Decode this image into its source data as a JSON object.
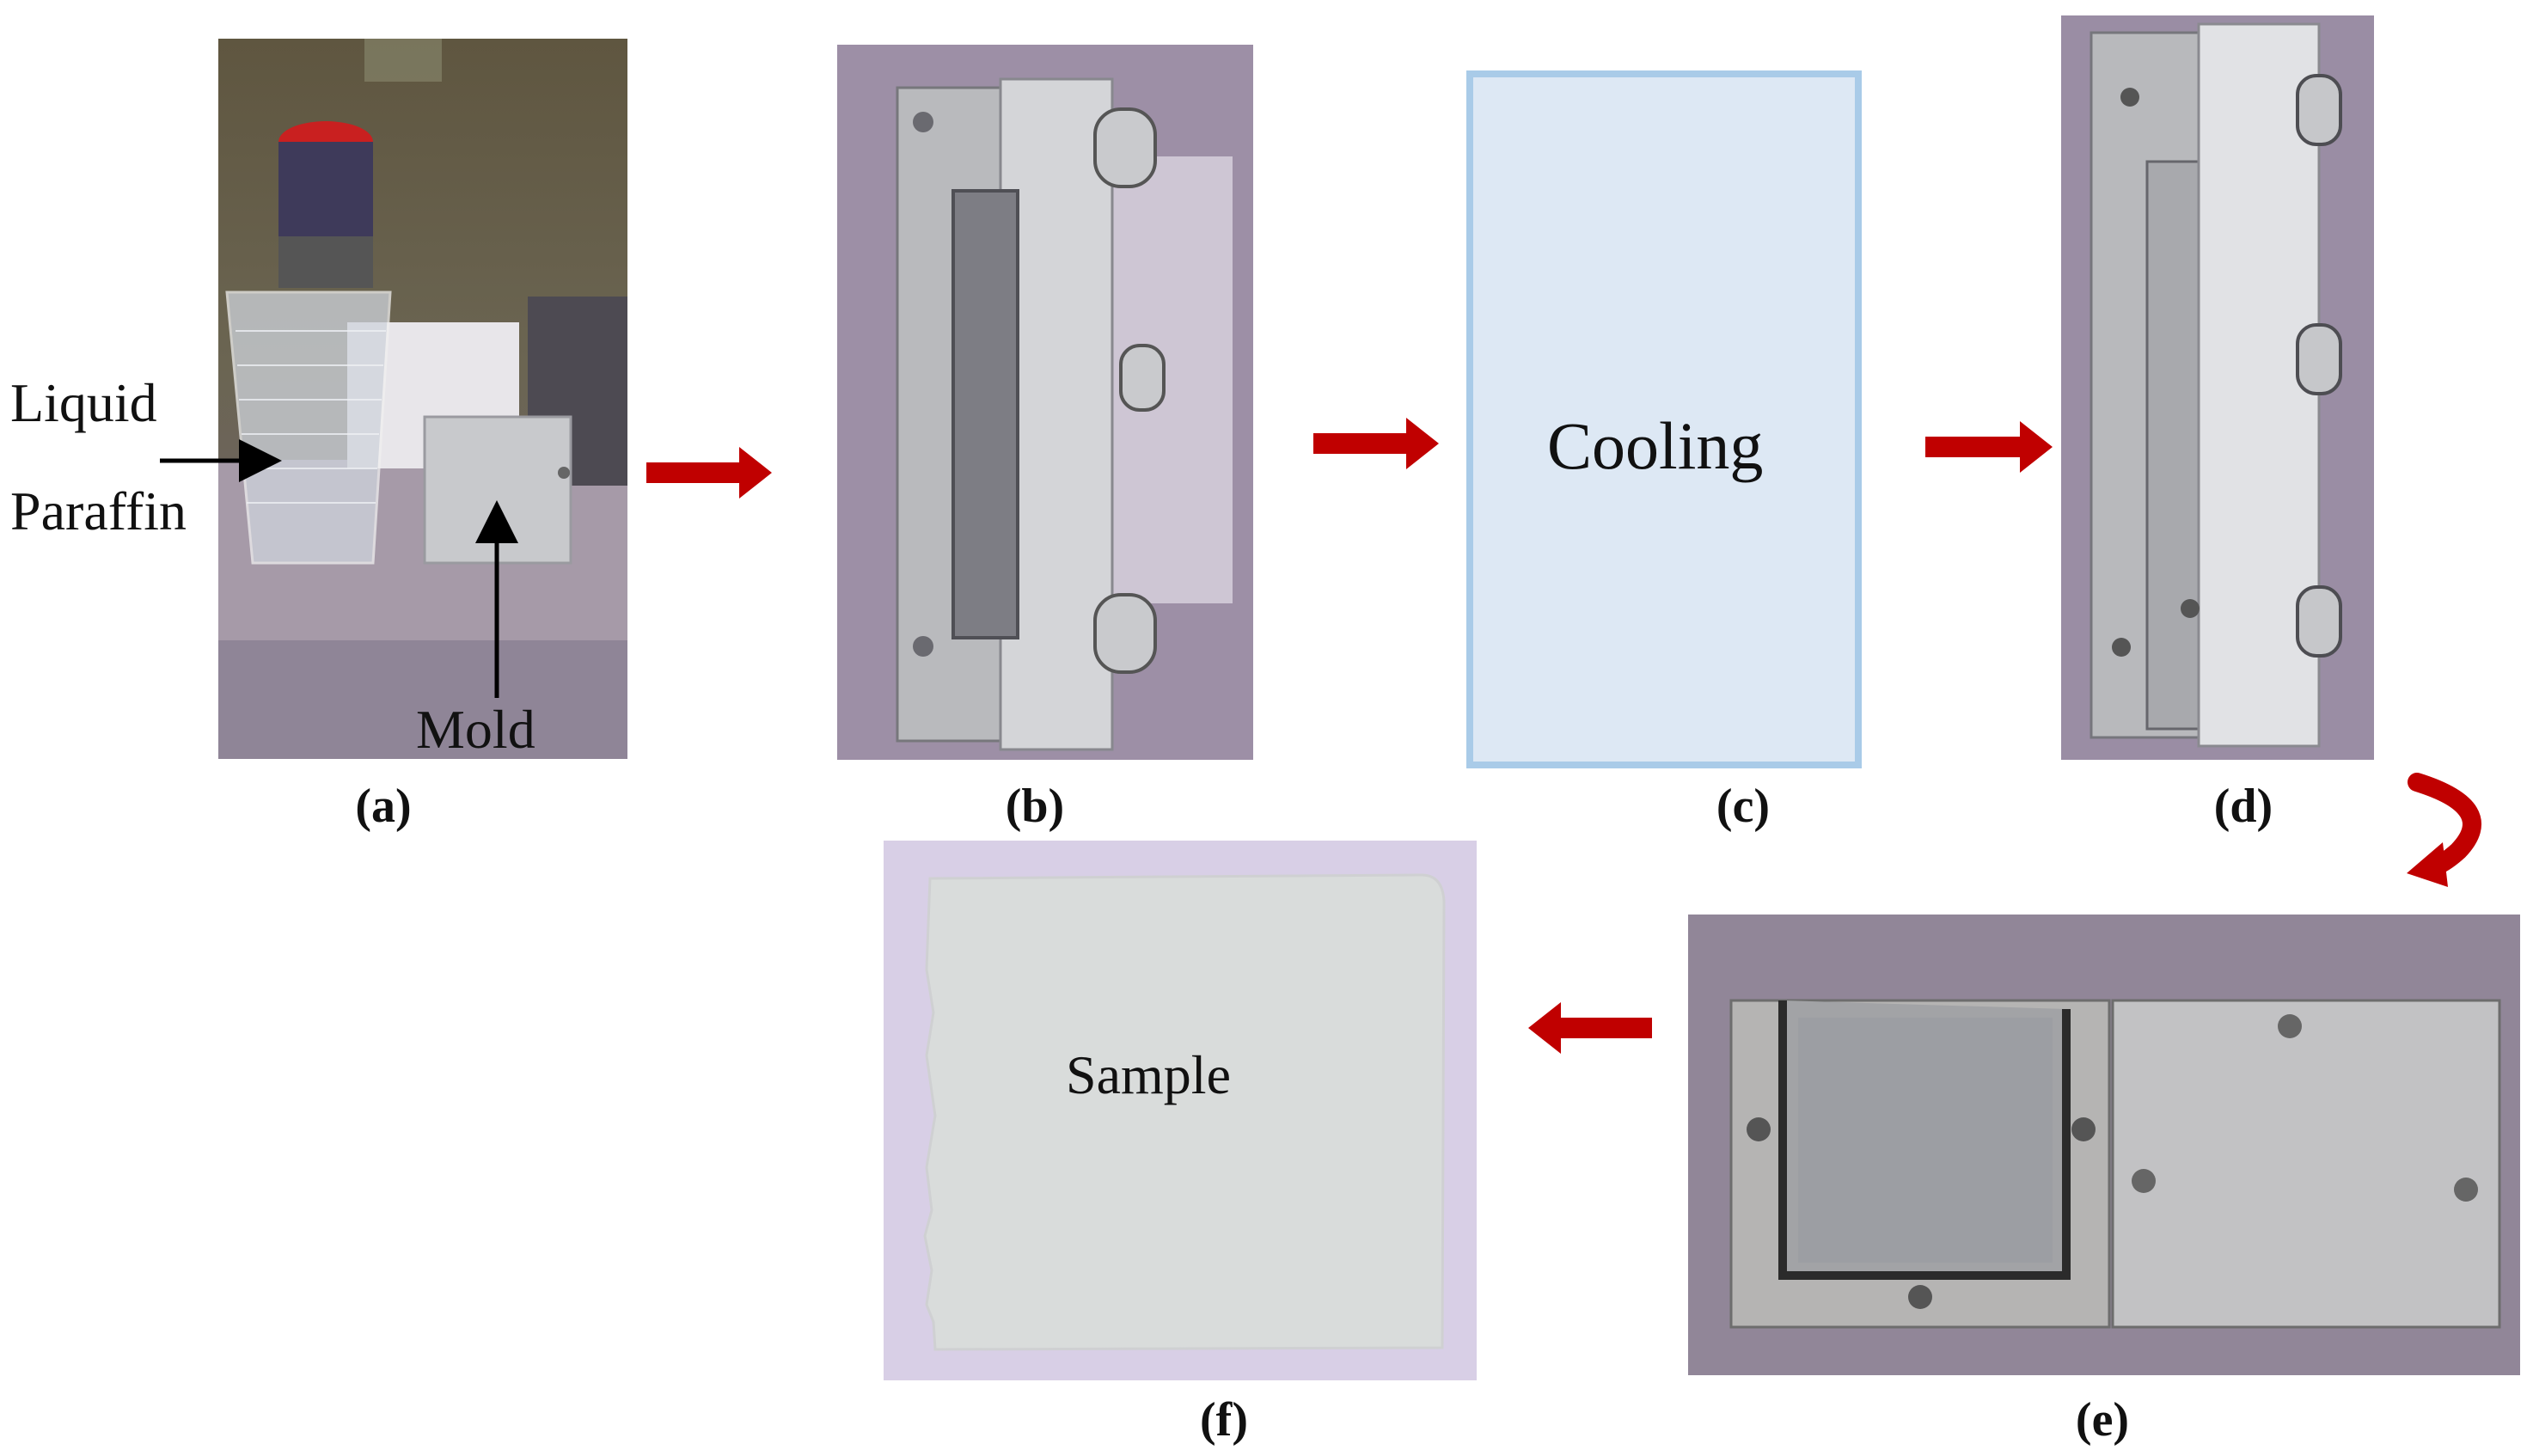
{
  "labels": {
    "liquid": "Liquid",
    "paraffin": "Paraffin",
    "mold": "Mold",
    "cooling": "Cooling",
    "sample": "Sample"
  },
  "captions": {
    "a": "(a)",
    "b": "(b)",
    "c": "(c)",
    "d": "(d)",
    "e": "(e)",
    "f": "(f)"
  },
  "colors": {
    "arrow": "#c00000",
    "cooling_fill": "#dde8f4",
    "cooling_border": "#a9cbe8"
  }
}
